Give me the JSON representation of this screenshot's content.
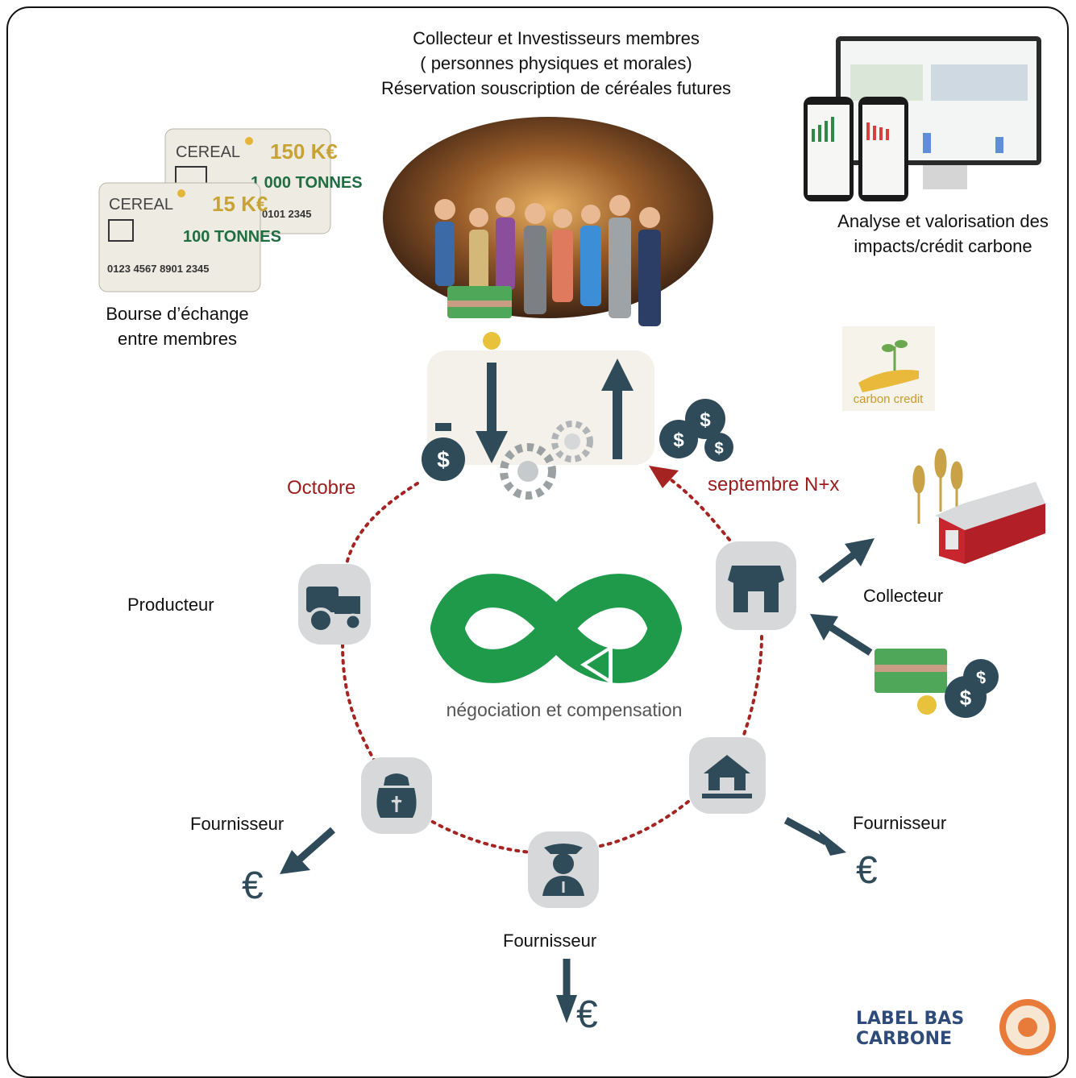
{
  "header": {
    "line1": "Collecteur et Investisseurs membres",
    "line2": "( personnes physiques et morales)",
    "line3": "Réservation souscription de céréales futures"
  },
  "cards": {
    "back": {
      "brand": "CEREAL",
      "amount": "150 K€",
      "tonnes": "1 000 TONNES",
      "number": "0101 2345"
    },
    "front": {
      "brand": "CEREAL",
      "amount": "15 K€",
      "tonnes": "100 TONNES",
      "number": "0123 4567 8901 2345"
    }
  },
  "bourse": {
    "line1": "Bourse d’échange",
    "line2": "entre membres"
  },
  "analyse": {
    "line1": "Analyse et valorisation des",
    "line2": "impacts/crédit carbone"
  },
  "carbon_credit": "carbon credit",
  "months": {
    "start": "Octobre",
    "end": "septembre  N+x"
  },
  "cycle_center": "négociation et compensation",
  "nodes": {
    "producteur": "Producteur",
    "collecteur": "Collecteur",
    "fournisseur_left": "Fournisseur",
    "fournisseur_right": "Fournisseur",
    "fournisseur_bottom": "Fournisseur"
  },
  "euro": "€",
  "dollar": "$",
  "label": {
    "line1": "LABEL BAS",
    "line2": "CARBONE"
  },
  "colors": {
    "slate": "#2f4b5a",
    "dotted": "#a52421",
    "infinity": "#1f9a4b",
    "node_bg": "#d6d8d9",
    "month": "#9b1c1c"
  }
}
